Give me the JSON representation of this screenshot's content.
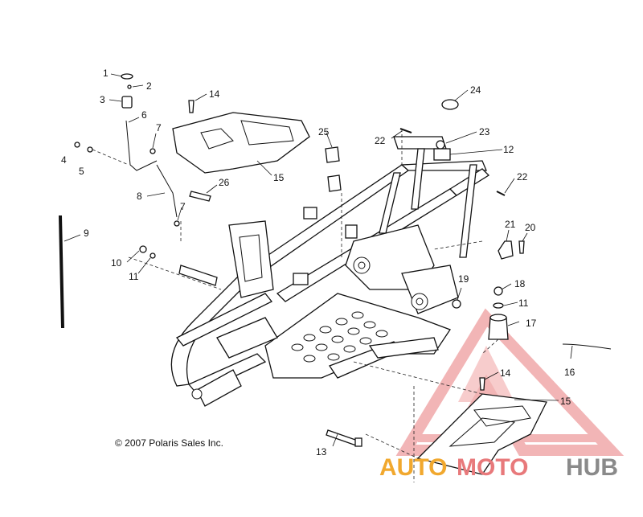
{
  "copyright": "© 2007 Polaris Sales Inc.",
  "watermark": {
    "part1": "AUTO",
    "part2": "MOTO",
    "part3": "HUB",
    "color_primary": "#f1a82e",
    "color_secondary": "#e8797b",
    "color_dark": "#8a8a8a"
  },
  "callouts": [
    {
      "id": "c1",
      "label": "1"
    },
    {
      "id": "c2",
      "label": "2"
    },
    {
      "id": "c3",
      "label": "3"
    },
    {
      "id": "c4",
      "label": "4"
    },
    {
      "id": "c5",
      "label": "5"
    },
    {
      "id": "c6",
      "label": "6"
    },
    {
      "id": "c7a",
      "label": "7"
    },
    {
      "id": "c7b",
      "label": "7"
    },
    {
      "id": "c8",
      "label": "8"
    },
    {
      "id": "c9",
      "label": "9"
    },
    {
      "id": "c10",
      "label": "10"
    },
    {
      "id": "c11a",
      "label": "11"
    },
    {
      "id": "c11b",
      "label": "11"
    },
    {
      "id": "c12",
      "label": "12"
    },
    {
      "id": "c13",
      "label": "13"
    },
    {
      "id": "c14a",
      "label": "14"
    },
    {
      "id": "c14b",
      "label": "14"
    },
    {
      "id": "c15a",
      "label": "15"
    },
    {
      "id": "c15b",
      "label": "15"
    },
    {
      "id": "c16",
      "label": "16"
    },
    {
      "id": "c17",
      "label": "17"
    },
    {
      "id": "c18",
      "label": "18"
    },
    {
      "id": "c19",
      "label": "19"
    },
    {
      "id": "c20",
      "label": "20"
    },
    {
      "id": "c21",
      "label": "21"
    },
    {
      "id": "c22a",
      "label": "22"
    },
    {
      "id": "c22b",
      "label": "22"
    },
    {
      "id": "c23",
      "label": "23"
    },
    {
      "id": "c24",
      "label": "24"
    },
    {
      "id": "c25",
      "label": "25"
    },
    {
      "id": "c26",
      "label": "26"
    }
  ]
}
